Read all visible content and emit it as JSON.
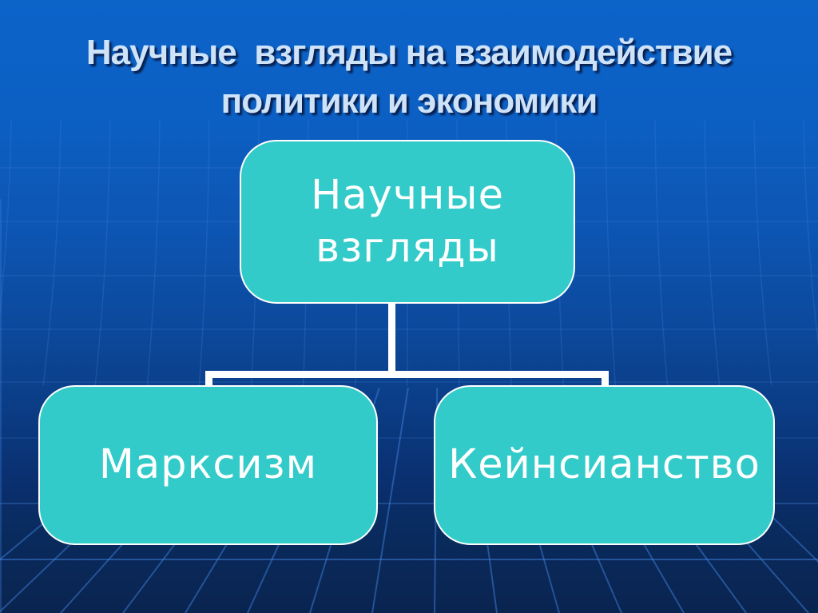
{
  "slide": {
    "title": {
      "line1": "Научные  взгляды на взаимодействие",
      "line2": "политики и экономики"
    },
    "diagram": {
      "root_label": "Научные взгляды",
      "child1_label": "Марксизм",
      "child2_label": "Кейнсианство"
    },
    "colors": {
      "bg_top": "#0c63c8",
      "bg_bottom": "#0a2450",
      "grid_line": "#3f7fd9",
      "title_text": "#cfe3f8",
      "title_shadow": "#081f4e",
      "box_fill": "#33cbca",
      "box_border": "#ffffff",
      "box_text": "#ffffff",
      "connector": "#ffffff"
    }
  }
}
